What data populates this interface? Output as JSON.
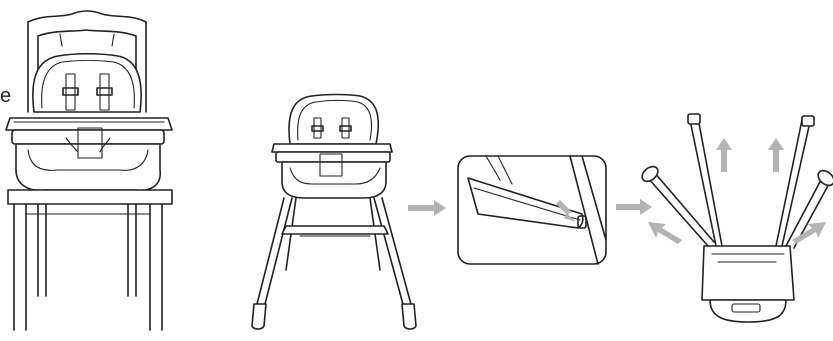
{
  "edge_text": "e",
  "colors": {
    "line": "#222222",
    "arrow": "#b3b3b3",
    "background": "#ffffff"
  },
  "panels": [
    {
      "name": "booster-seat-on-dining-chair",
      "icon": "booster-seat-icon"
    },
    {
      "name": "high-chair-assembled",
      "icon": "high-chair-icon"
    },
    {
      "name": "leg-release-detail",
      "icon": "detail-zoom-icon"
    },
    {
      "name": "high-chair-folded-legs-removed",
      "icon": "folded-chair-icon"
    }
  ]
}
